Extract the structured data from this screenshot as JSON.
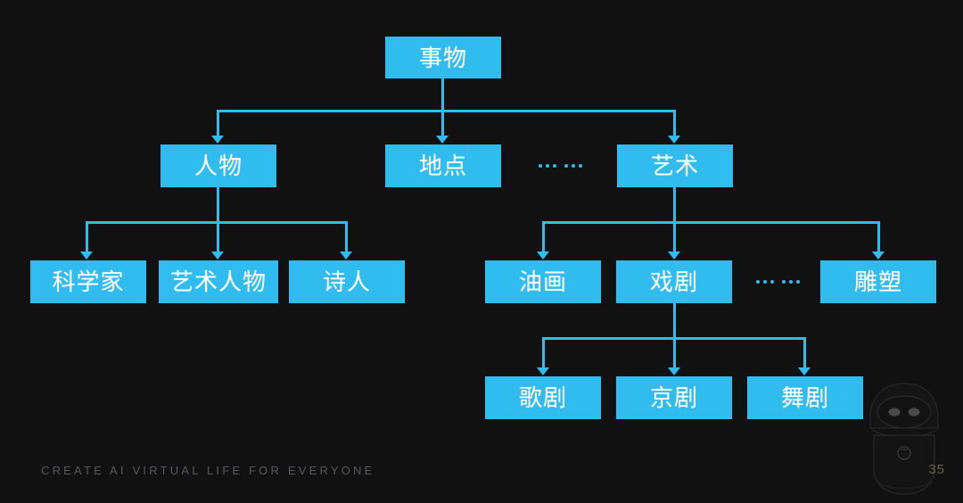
{
  "slide": {
    "background_color": "#111111",
    "accent_color": "#31BCEF",
    "node_text_color": "#ffffff",
    "page_number": "35",
    "footer_tagline": "CREATE AI VIRTUAL LIFE FOR EVERYONE"
  },
  "diagram": {
    "type": "tree",
    "root": {
      "label": "事物"
    },
    "level2": [
      {
        "label": "人物"
      },
      {
        "label": "地点"
      },
      {
        "label": "艺术"
      }
    ],
    "level3_left": [
      {
        "label": "科学家"
      },
      {
        "label": "艺术人物"
      },
      {
        "label": "诗人"
      }
    ],
    "level3_right": [
      {
        "label": "油画"
      },
      {
        "label": "戏剧"
      },
      {
        "label": "雕塑"
      }
    ],
    "level4": [
      {
        "label": "歌剧"
      },
      {
        "label": "京剧"
      },
      {
        "label": "舞剧"
      }
    ],
    "ellipsis_label": "… …"
  }
}
